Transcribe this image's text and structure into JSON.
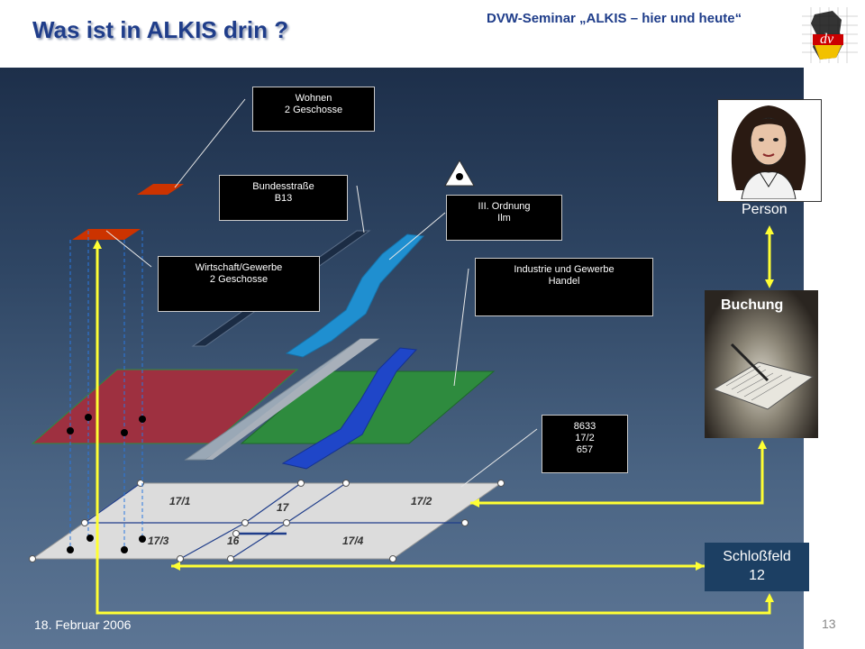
{
  "header": {
    "title": "Was ist in ALKIS drin ?",
    "seminar": "DVW-Seminar „ALKIS – hier und heute“"
  },
  "labels": {
    "wohnen": [
      "Wohnen",
      "2 Geschosse"
    ],
    "bundesstrasse": [
      "Bundesstraße",
      "B13"
    ],
    "ordnung": [
      "III. Ordnung",
      "Ilm"
    ],
    "wirtschaft": [
      "Wirtschaft/Gewerbe",
      "2 Geschosse"
    ],
    "industrie": [
      "Industrie und Gewerbe",
      "Handel"
    ],
    "flurstueck": [
      "8633",
      "17/2",
      "657"
    ]
  },
  "parcels": {
    "p17_1": "17/1",
    "p17": "17",
    "p17_2": "17/2",
    "p17_3": "17/3",
    "p16": "16",
    "p17_4": "17/4"
  },
  "person": {
    "label": "Person"
  },
  "buchung": {
    "label": "Buchung"
  },
  "address": {
    "street": "Schloßfeld",
    "number": "12"
  },
  "footer": {
    "date": "18. Februar 2006",
    "page": "13"
  },
  "colors": {
    "connector": "#ffff33",
    "wohnen": "#cc3300",
    "water": "#1f8fd0",
    "field_red": "#9e3040",
    "field_green": "#2e8b3e",
    "street": "#1b2c44"
  }
}
